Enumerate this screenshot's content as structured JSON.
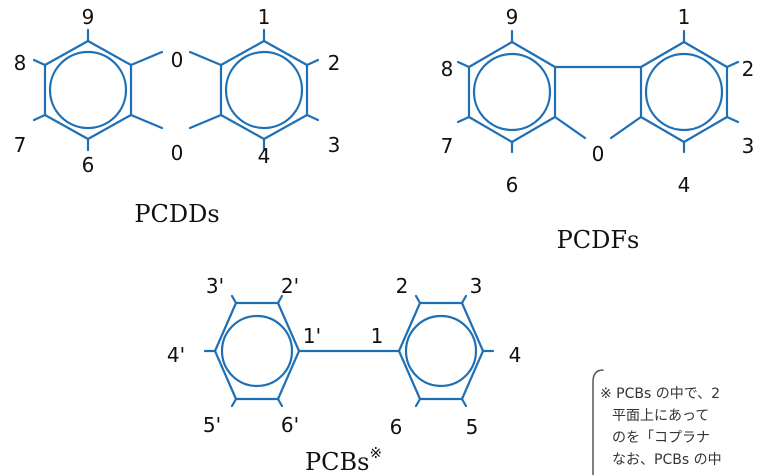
{
  "molecules": {
    "pcdds": {
      "name": "PCDDs",
      "atoms": {
        "p1": "1",
        "p2": "2",
        "p3": "3",
        "p4": "4",
        "p6": "6",
        "p7": "7",
        "p8": "8",
        "p9": "9",
        "o_top": "0",
        "o_bottom": "0"
      }
    },
    "pcdfs": {
      "name": "PCDFs",
      "atoms": {
        "p1": "1",
        "p2": "2",
        "p3": "3",
        "p4": "4",
        "p6": "6",
        "p7": "7",
        "p8": "8",
        "p9": "9",
        "o": "0"
      }
    },
    "pcbs": {
      "name": "PCBs",
      "mark": "※",
      "atoms": {
        "p1": "1",
        "p2": "2",
        "p3": "3",
        "p4": "4",
        "p5": "5",
        "p6": "6",
        "p1p": "1'",
        "p2p": "2'",
        "p3p": "3'",
        "p4p": "4'",
        "p5p": "5'",
        "p6p": "6'"
      }
    }
  },
  "note": {
    "line1": "※ PCBs の中で、2",
    "line2": "平面上にあって",
    "line3": "のを「コプラナ",
    "line4": "なお、PCBs の中"
  },
  "colors": {
    "bond": "#1f6fb5",
    "text": "#111111"
  }
}
